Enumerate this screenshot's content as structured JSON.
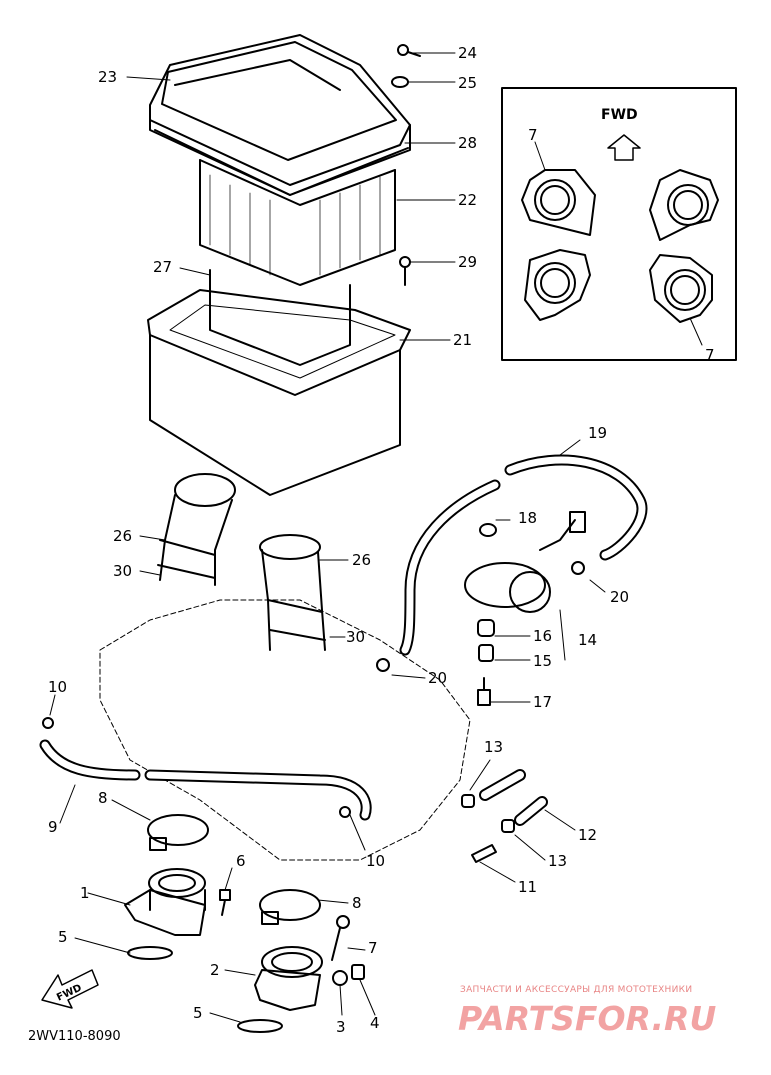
{
  "diagram": {
    "part_labels": [
      {
        "id": "24",
        "text": "24"
      },
      {
        "id": "25",
        "text": "25"
      },
      {
        "id": "23",
        "text": "23"
      },
      {
        "id": "28",
        "text": "28"
      },
      {
        "id": "22",
        "text": "22"
      },
      {
        "id": "27",
        "text": "27"
      },
      {
        "id": "29",
        "text": "29"
      },
      {
        "id": "21",
        "text": "21"
      },
      {
        "id": "7a",
        "text": "7"
      },
      {
        "id": "7b",
        "text": "7"
      },
      {
        "id": "19",
        "text": "19"
      },
      {
        "id": "26a",
        "text": "26"
      },
      {
        "id": "30a",
        "text": "30"
      },
      {
        "id": "26b",
        "text": "26"
      },
      {
        "id": "18",
        "text": "18"
      },
      {
        "id": "20a",
        "text": "20"
      },
      {
        "id": "16",
        "text": "16"
      },
      {
        "id": "14",
        "text": "14"
      },
      {
        "id": "15",
        "text": "15"
      },
      {
        "id": "30b",
        "text": "30"
      },
      {
        "id": "20b",
        "text": "20"
      },
      {
        "id": "10a",
        "text": "10"
      },
      {
        "id": "17",
        "text": "17"
      },
      {
        "id": "13a",
        "text": "13"
      },
      {
        "id": "8a",
        "text": "8"
      },
      {
        "id": "9",
        "text": "9"
      },
      {
        "id": "12",
        "text": "12"
      },
      {
        "id": "10b",
        "text": "10"
      },
      {
        "id": "13b",
        "text": "13"
      },
      {
        "id": "6",
        "text": "6"
      },
      {
        "id": "11",
        "text": "11"
      },
      {
        "id": "1",
        "text": "1"
      },
      {
        "id": "8b",
        "text": "8"
      },
      {
        "id": "5a",
        "text": "5"
      },
      {
        "id": "7c",
        "text": "7"
      },
      {
        "id": "2",
        "text": "2"
      },
      {
        "id": "3",
        "text": "3"
      },
      {
        "id": "4",
        "text": "4"
      },
      {
        "id": "5b",
        "text": "5"
      }
    ],
    "inset_fwd": "FWD",
    "arrow_fwd": "FWD",
    "diagram_code": "2WV110-8090"
  },
  "watermark": {
    "caption": "ЗАПЧАСТИ И АКСЕССУАРЫ ДЛЯ МОТОТЕХНИКИ",
    "brand": "PARTSFOR.RU",
    "color": "#f2a3a3"
  }
}
